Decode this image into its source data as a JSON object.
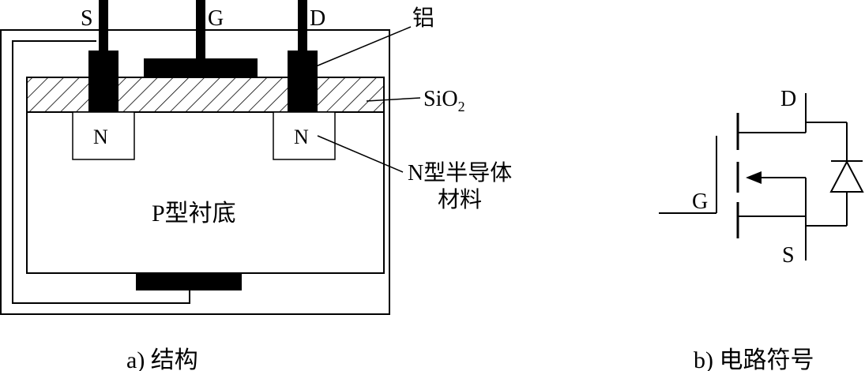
{
  "structure": {
    "terminal_s": "S",
    "terminal_g": "G",
    "terminal_d": "D",
    "aluminum_label": "铝",
    "oxide_label_main": "SiO",
    "oxide_label_sub": "2",
    "n_region_left": "N",
    "n_region_right": "N",
    "n_material_line1": "N型半导体",
    "n_material_line2": "材料",
    "substrate_label": "P型衬底",
    "caption": "a) 结构"
  },
  "symbol": {
    "terminal_d": "D",
    "terminal_g": "G",
    "terminal_s": "S",
    "caption": "b) 电路符号"
  }
}
